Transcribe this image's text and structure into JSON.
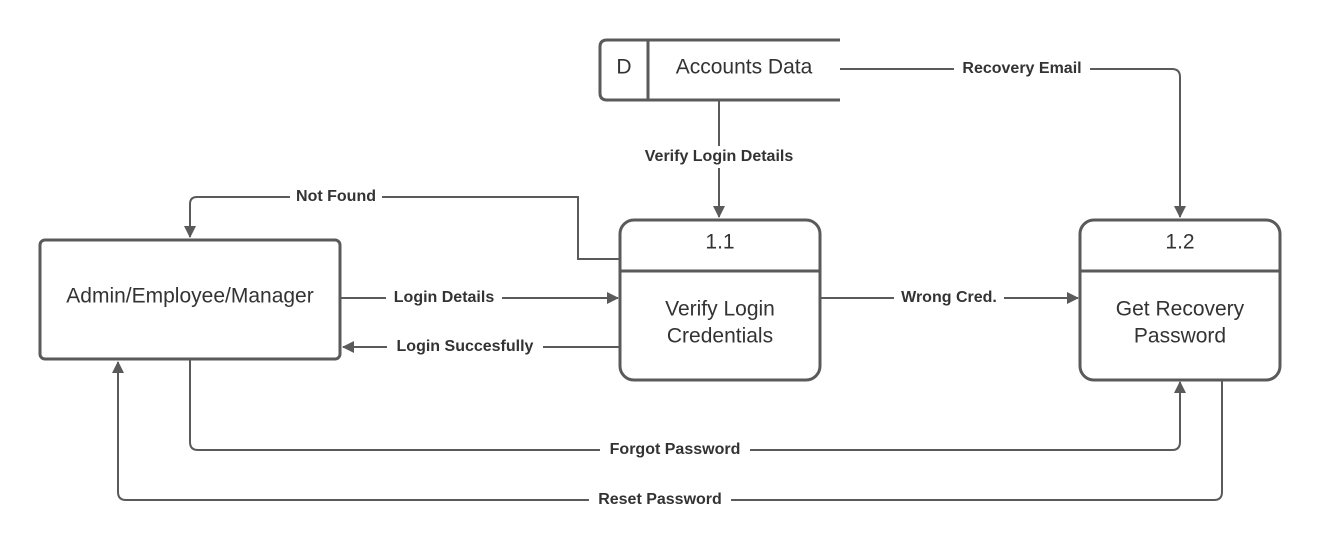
{
  "nodes": {
    "entity": {
      "label": "Admin/Employee/Manager"
    },
    "store": {
      "id": "D",
      "label": "Accounts Data"
    },
    "process_1": {
      "number": "1.1",
      "line1": "Verify Login",
      "line2": "Credentials"
    },
    "process_2": {
      "number": "1.2",
      "line1": "Get Recovery",
      "line2": "Password"
    }
  },
  "flows": {
    "login_details": "Login Details",
    "login_successfully": "Login Succesfully",
    "not_found": "Not Found",
    "verify_login_details": "Verify Login Details",
    "recovery_email": "Recovery Email",
    "wrong_cred": "Wrong Cred.",
    "forgot_password": "Forgot Password",
    "reset_password": "Reset Password"
  },
  "colors": {
    "stroke": "#5a5a5a",
    "text": "#333333",
    "background": "#ffffff"
  }
}
